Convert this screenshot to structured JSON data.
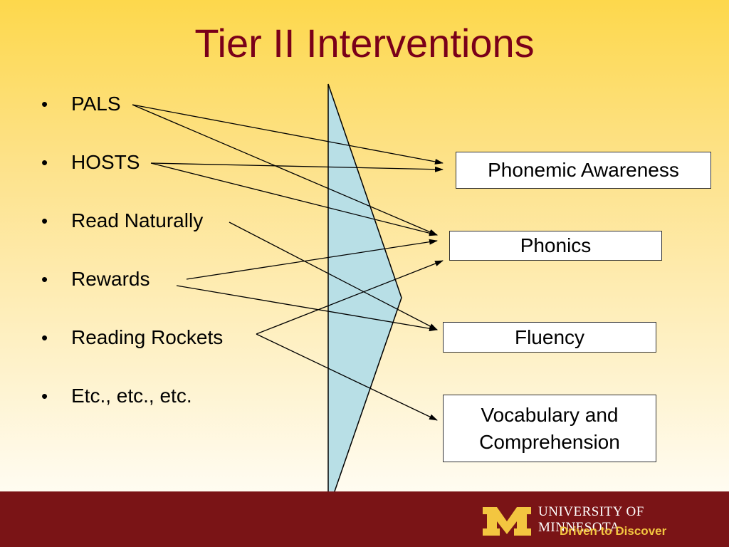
{
  "title": "Tier II Interventions",
  "bullets": [
    "PALS",
    "HOSTS",
    "Read Naturally",
    "Rewards",
    "Reading Rockets",
    "Etc., etc., etc."
  ],
  "targets": [
    "Phonemic Awareness",
    "Phonics",
    "Fluency",
    "Vocabulary and\nComprehension"
  ],
  "links": [
    {
      "from": "PALS",
      "to": "Phonemic Awareness"
    },
    {
      "from": "PALS",
      "to": "Phonics"
    },
    {
      "from": "HOSTS",
      "to": "Phonemic Awareness"
    },
    {
      "from": "HOSTS",
      "to": "Phonics"
    },
    {
      "from": "Read Naturally",
      "to": "Fluency"
    },
    {
      "from": "Rewards",
      "to": "Phonics"
    },
    {
      "from": "Rewards",
      "to": "Fluency"
    },
    {
      "from": "Reading Rockets",
      "to": "Phonics"
    },
    {
      "from": "Reading Rockets",
      "to": "Vocabulary and\nComprehension"
    }
  ],
  "colors": {
    "title": "#7a0019",
    "footer": "#7a1416",
    "funnel": "#b8dfe6",
    "logo": "#f3c640"
  },
  "footer": {
    "university": "UNIVERSITY OF MINNESOTA",
    "tagline": "Driven to Discover"
  }
}
